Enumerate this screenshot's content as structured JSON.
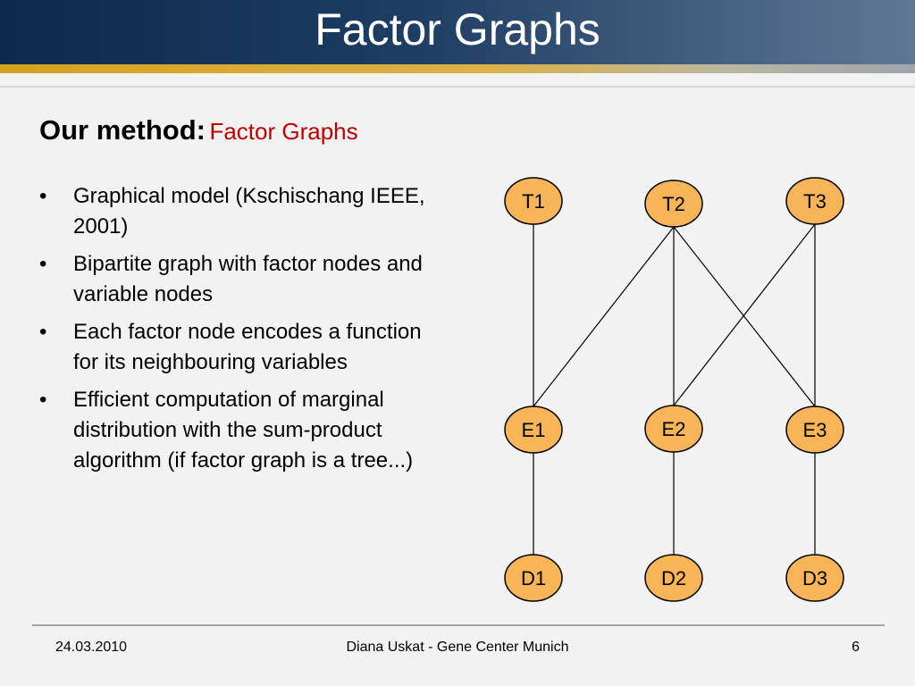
{
  "header": {
    "title": "Factor Graphs"
  },
  "subtitle": {
    "bold": "Our method:",
    "red": "Factor Graphs"
  },
  "bullets": [
    "Graphical model (Kschischang IEEE, 2001)",
    "Bipartite graph with factor nodes and variable nodes",
    "Each factor node encodes a function for its neighbouring variables",
    "Efficient computation of marginal distribution with the sum-product algorithm (if factor graph is a tree...)"
  ],
  "bullet_marker": "•",
  "graph": {
    "node_fill": "#f8b557",
    "node_stroke": "#000000",
    "nodes": [
      "T1",
      "T2",
      "T3",
      "E1",
      "E2",
      "E3",
      "D1",
      "D2",
      "D3"
    ],
    "edges": [
      [
        "T1",
        "E1"
      ],
      [
        "T2",
        "E1"
      ],
      [
        "T2",
        "E2"
      ],
      [
        "T2",
        "E3"
      ],
      [
        "T3",
        "E2"
      ],
      [
        "T3",
        "E3"
      ],
      [
        "E1",
        "D1"
      ],
      [
        "E2",
        "D2"
      ],
      [
        "E3",
        "D3"
      ]
    ]
  },
  "footer": {
    "date": "24.03.2010",
    "center": "Diana Uskat - Gene Center Munich",
    "page": "6"
  }
}
